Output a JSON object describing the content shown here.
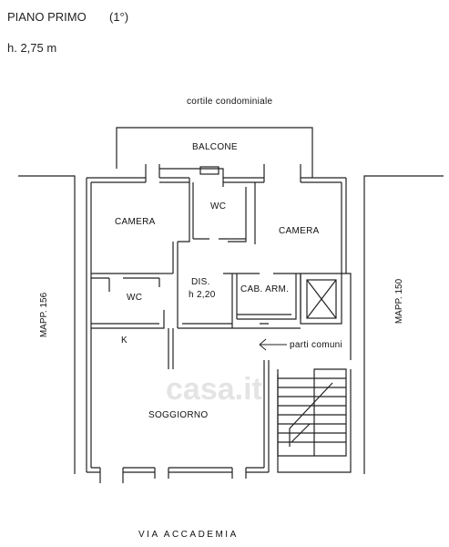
{
  "header": {
    "floor_label": "PIANO PRIMO",
    "floor_number": "(1°)",
    "height_label": "h. 2,75 m"
  },
  "plan": {
    "rooms": {
      "balcone": "BALCONE",
      "camera_left": "CAMERA",
      "wc_top": "WC",
      "camera_right": "CAMERA",
      "wc_left": "WC",
      "dis": "DIS.",
      "dis_height": "h 2,20",
      "cab_arm": "CAB. ARM.",
      "k": "K",
      "soggiorno": "SOGGIORNO"
    },
    "surroundings": {
      "courtyard": "cortile condominiale",
      "street": "VIA ACCADEMIA",
      "neighbor_left": "MAPP. 156",
      "neighbor_right": "MAPP. 150",
      "common_parts": "parti comuni"
    },
    "watermark": "casa.it"
  }
}
